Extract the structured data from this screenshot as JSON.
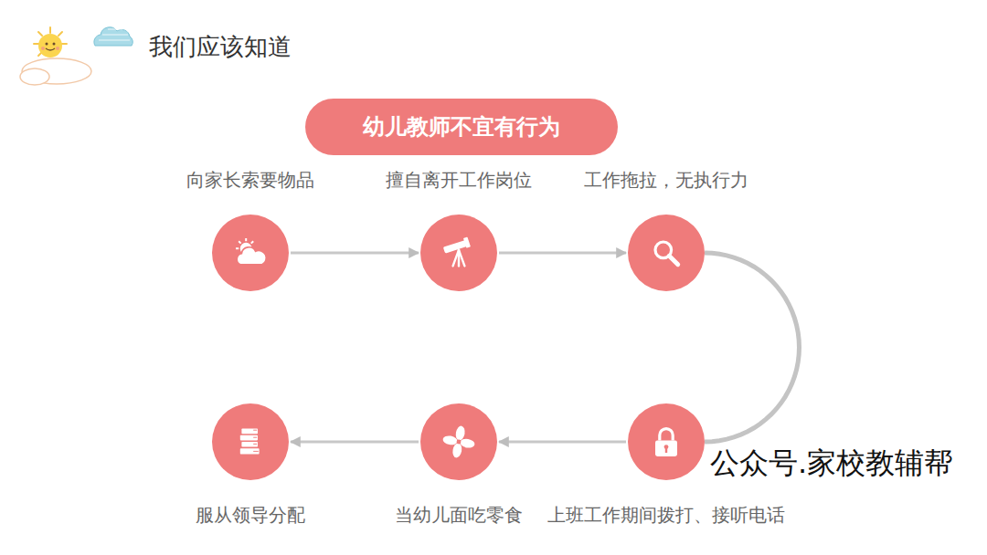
{
  "diagram": {
    "title": "我们应该知道",
    "nodes": [
      {
        "text": [
          "幼儿教师不宜有行为"
        ]
      },
      {
        "text": [
          "向家长索要物品"
        ]
      },
      {
        "text": [
          "擅自离开工作岗位"
        ]
      },
      {
        "text": [
          "工作拖拉，无执行力"
        ]
      },
      {
        "text": [
          "上班工作期间拨打、接听电话"
        ]
      },
      {
        "text": [
          "当幼儿面吃零食"
        ]
      },
      {
        "text": [
          "服从领导分配"
        ]
      }
    ],
    "edges": [
      {
        "from": 1,
        "to": 2,
        "arrow": "to"
      },
      {
        "from": 2,
        "to": 3,
        "arrow": "to"
      },
      {
        "from": 3,
        "to": 4,
        "arrow": "none"
      },
      {
        "from": 4,
        "to": 5,
        "arrow": "to"
      },
      {
        "from": 5,
        "to": 6,
        "arrow": "to"
      }
    ],
    "labels": [
      "公众号.家校教辅帮"
    ]
  }
}
